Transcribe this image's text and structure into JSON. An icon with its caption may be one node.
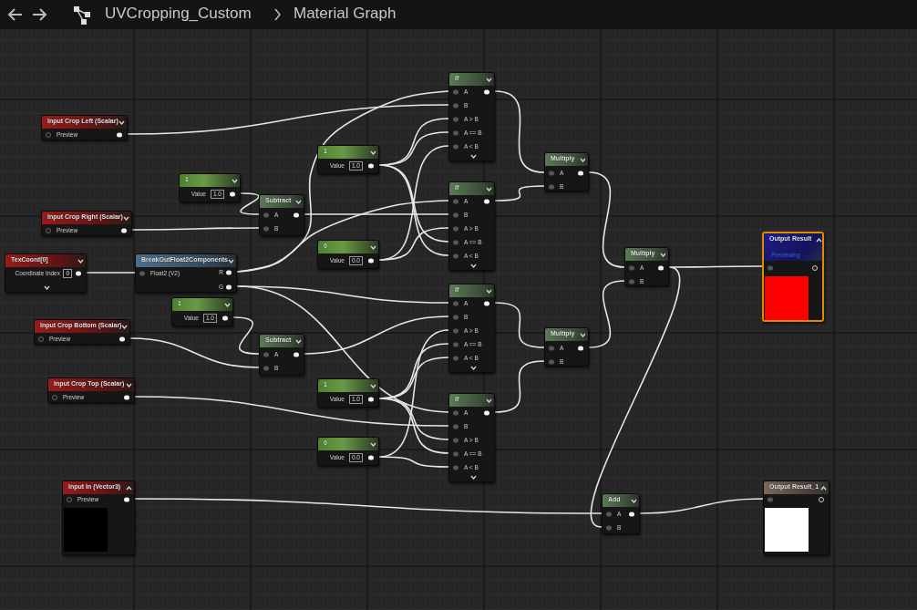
{
  "diagram": {
    "nodes": [
      {
        "text": [
          "Input Crop Left (Scalar)",
          "Preview"
        ]
      },
      {
        "text": [
          "1",
          "Value",
          "1.0"
        ]
      },
      {
        "text": [
          "Subtract",
          "A",
          "B"
        ]
      },
      {
        "text": [
          "Input Crop Right (Scalar)",
          "Preview"
        ]
      },
      {
        "text": [
          "TexCoord[0]",
          "Coordinate Index",
          "0"
        ]
      },
      {
        "text": [
          "BreakOutFloat2Components",
          "Float2 (V2)",
          "R",
          "G"
        ]
      },
      {
        "text": [
          "1",
          "Value",
          "1.0"
        ]
      },
      {
        "text": [
          "Input Crop Bottom (Scalar)",
          "Preview"
        ]
      },
      {
        "text": [
          "Subtract",
          "A",
          "B"
        ]
      },
      {
        "text": [
          "Input Crop Top (Scalar)",
          "Preview"
        ]
      },
      {
        "text": [
          "Input In (Vector3)",
          "Preview"
        ]
      },
      {
        "text": [
          "1",
          "Value",
          "1.0"
        ]
      },
      {
        "text": [
          "0",
          "Value",
          "0.0"
        ]
      },
      {
        "text": [
          "1",
          "Value",
          "1.0"
        ]
      },
      {
        "text": [
          "0",
          "Value",
          "0.0"
        ]
      },
      {
        "text": [
          "If",
          "A",
          "B",
          "A > B",
          "A == B",
          "A < B"
        ]
      },
      {
        "text": [
          "If",
          "A",
          "B",
          "A > B",
          "A == B",
          "A < B"
        ]
      },
      {
        "text": [
          "If",
          "A",
          "B",
          "A > B",
          "A == B",
          "A < B"
        ]
      },
      {
        "text": [
          "If",
          "A",
          "B",
          "A > B",
          "A == B",
          "A < B"
        ]
      },
      {
        "text": [
          "Multiply",
          "A",
          "B"
        ]
      },
      {
        "text": [
          "Multiply",
          "A",
          "B"
        ]
      },
      {
        "text": [
          "Multiply",
          "A",
          "B"
        ]
      },
      {
        "text": [
          "Add",
          "A",
          "B"
        ]
      },
      {
        "text": [
          "Output Result",
          "Previewing"
        ]
      },
      {
        "text": [
          "Output Result_1"
        ]
      }
    ],
    "edges": [
      {
        "from": 0,
        "to": 15,
        "arrow": "none"
      },
      {
        "from": 1,
        "to": 2,
        "arrow": "none"
      },
      {
        "from": 3,
        "to": 2,
        "arrow": "none"
      },
      {
        "from": 4,
        "to": 5,
        "arrow": "none"
      },
      {
        "from": 5,
        "to": 15,
        "arrow": "none"
      },
      {
        "from": 5,
        "to": 16,
        "arrow": "none"
      },
      {
        "from": 11,
        "to": 15,
        "arrow": "none"
      },
      {
        "from": 11,
        "to": 15,
        "arrow": "none"
      },
      {
        "from": 12,
        "to": 15,
        "arrow": "none"
      },
      {
        "from": 2,
        "to": 16,
        "arrow": "none"
      },
      {
        "from": 12,
        "to": 16,
        "arrow": "none"
      },
      {
        "from": 11,
        "to": 16,
        "arrow": "none"
      },
      {
        "from": 11,
        "to": 16,
        "arrow": "none"
      },
      {
        "from": 6,
        "to": 8,
        "arrow": "none"
      },
      {
        "from": 7,
        "to": 8,
        "arrow": "none"
      },
      {
        "from": 5,
        "to": 17,
        "arrow": "none"
      },
      {
        "from": 5,
        "to": 18,
        "arrow": "none"
      },
      {
        "from": 8,
        "to": 17,
        "arrow": "none"
      },
      {
        "from": 14,
        "to": 17,
        "arrow": "none"
      },
      {
        "from": 13,
        "to": 17,
        "arrow": "none"
      },
      {
        "from": 13,
        "to": 17,
        "arrow": "none"
      },
      {
        "from": 9,
        "to": 18,
        "arrow": "none"
      },
      {
        "from": 13,
        "to": 18,
        "arrow": "none"
      },
      {
        "from": 13,
        "to": 18,
        "arrow": "none"
      },
      {
        "from": 14,
        "to": 18,
        "arrow": "none"
      },
      {
        "from": 15,
        "to": 19,
        "arrow": "none"
      },
      {
        "from": 16,
        "to": 19,
        "arrow": "none"
      },
      {
        "from": 17,
        "to": 20,
        "arrow": "none"
      },
      {
        "from": 18,
        "to": 20,
        "arrow": "none"
      },
      {
        "from": 19,
        "to": 21,
        "arrow": "none"
      },
      {
        "from": 20,
        "to": 21,
        "arrow": "none"
      },
      {
        "from": 21,
        "to": 23,
        "arrow": "none"
      },
      {
        "from": 21,
        "to": 22,
        "arrow": "none"
      },
      {
        "from": 10,
        "to": 22,
        "arrow": "none"
      },
      {
        "from": 22,
        "to": 24,
        "arrow": "none"
      }
    ],
    "labels": [
      "UVCropping_Custom",
      "Material Graph"
    ]
  }
}
